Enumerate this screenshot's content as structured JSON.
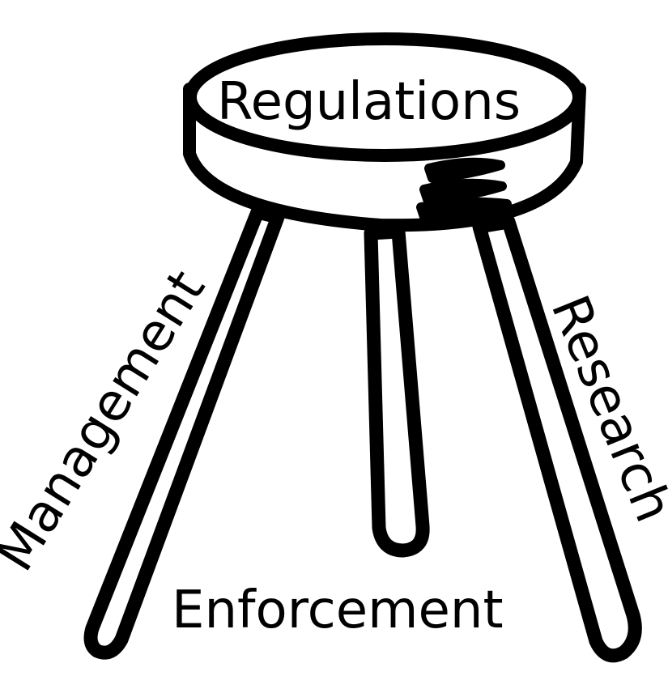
{
  "diagram": {
    "seat_label": "Regulations",
    "left_leg_label": "Management",
    "right_leg_label": "Research",
    "bottom_label": "Enforcement",
    "ink_color": "#000000",
    "paper_color": "#ffffff"
  }
}
